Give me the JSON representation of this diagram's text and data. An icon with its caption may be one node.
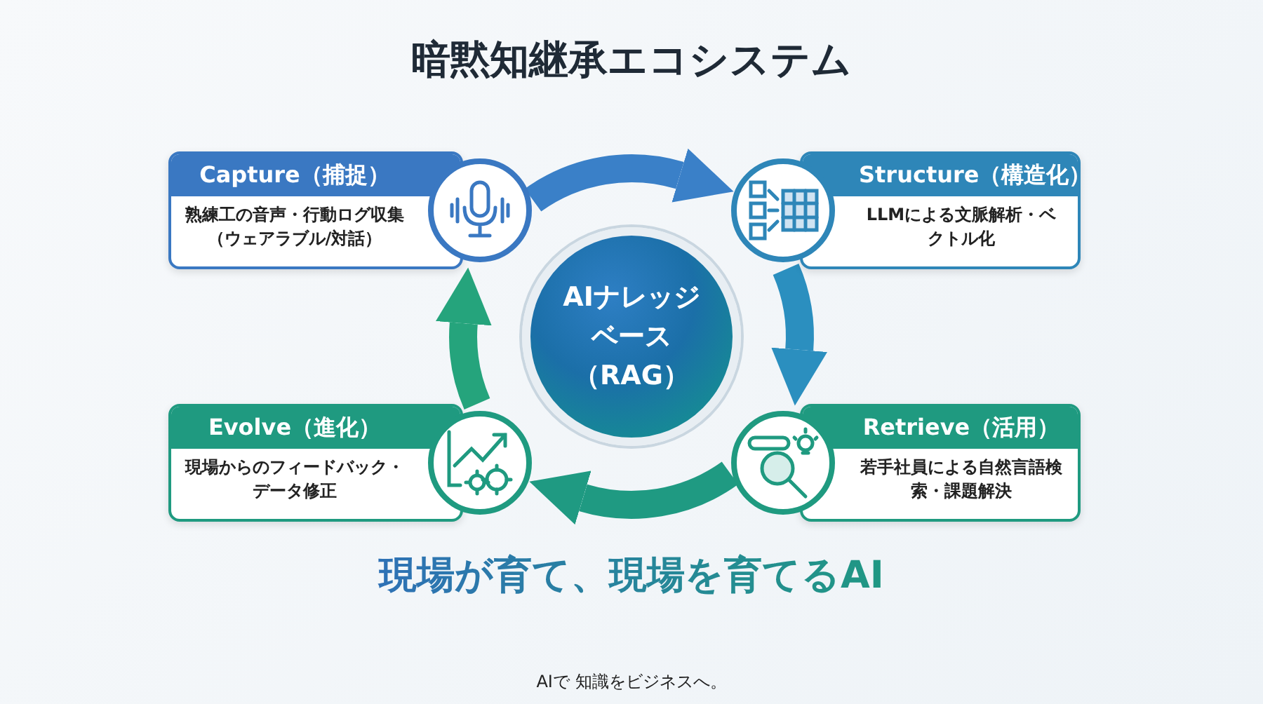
{
  "diagram": {
    "title": "暗黙知継承エコシステム",
    "nodes": [
      {
        "text": [
          "Capture（捕捉）",
          "熟練工の音声・行動ログ収集（ウェアラブル/対話）"
        ]
      },
      {
        "text": [
          "Structure（構造化）",
          "LLMによる文脈解析・ベクトル化"
        ]
      },
      {
        "text": [
          "AIナレッジベース（RAG）"
        ]
      },
      {
        "text": [
          "Evolve（進化）",
          "現場からのフィードバック・データ修正"
        ]
      },
      {
        "text": [
          "Retrieve（活用）",
          "若手社員による自然言語検索・課題解決"
        ]
      }
    ],
    "edges": [
      {
        "from": 0,
        "to": 1,
        "arrow": "to"
      },
      {
        "from": 1,
        "to": 4,
        "arrow": "to"
      },
      {
        "from": 4,
        "to": 3,
        "arrow": "to"
      },
      {
        "from": 3,
        "to": 0,
        "arrow": "to"
      }
    ],
    "labels": [
      "現場が育て、現場を育てるAI",
      "AIで 知識をビジネスへ。"
    ]
  }
}
